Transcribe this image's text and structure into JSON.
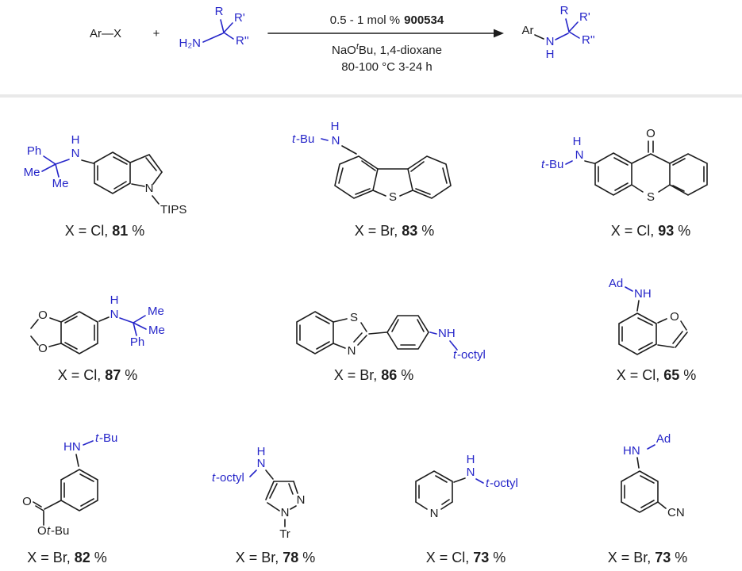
{
  "colors": {
    "amine_blue": "#2626c9",
    "bond_black": "#1d1d1d",
    "divider_gray": "#e9e9e9"
  },
  "scheme": {
    "aryl_halide": "Ar—X",
    "plus": "+",
    "amine": {
      "h2n": "H₂N",
      "r": "R",
      "r_prime": "R'",
      "r_dprime": "R''"
    },
    "conditions": {
      "loading": "0.5 - 1 mol %",
      "catalyst": "900534",
      "base_pre": "NaO",
      "base_sup": "t",
      "base_post": "Bu, 1,4-dioxane",
      "temp_time": "80-100 °C 3-24 h"
    },
    "product": {
      "ar": "Ar",
      "n": "N",
      "h": "H",
      "r": "R",
      "r_prime": "R'",
      "r_dprime": "R''"
    }
  },
  "glyphs": {
    "h": "H",
    "n": "N",
    "nh": "NH",
    "hn": "HN",
    "s": "S",
    "o": "O",
    "me": "Me",
    "ph": "Ph",
    "ad": "Ad",
    "t": "t",
    "bu": "-Bu",
    "octyl": "-octyl",
    "tips": "TIPS",
    "tr": "Tr",
    "cn": "CN"
  },
  "products": [
    {
      "caption": {
        "prefix": "X = Cl,",
        "yield": "81",
        "suffix": "%"
      }
    },
    {
      "caption": {
        "prefix": "X = Br,",
        "yield": "83",
        "suffix": "%"
      }
    },
    {
      "caption": {
        "prefix": "X = Cl,",
        "yield": "93",
        "suffix": "%"
      }
    },
    {
      "caption": {
        "prefix": "X = Cl,",
        "yield": "87",
        "suffix": "%"
      }
    },
    {
      "caption": {
        "prefix": "X = Br,",
        "yield": "86",
        "suffix": "%"
      }
    },
    {
      "caption": {
        "prefix": "X = Cl,",
        "yield": "65",
        "suffix": "%"
      }
    },
    {
      "caption": {
        "prefix": "X = Br,",
        "yield": "82",
        "suffix": "%"
      }
    },
    {
      "caption": {
        "prefix": "X = Br,",
        "yield": "78",
        "suffix": "%"
      }
    },
    {
      "caption": {
        "prefix": "X = Cl,",
        "yield": "73",
        "suffix": "%"
      }
    },
    {
      "caption": {
        "prefix": "X = Br,",
        "yield": "73",
        "suffix": "%"
      }
    }
  ]
}
